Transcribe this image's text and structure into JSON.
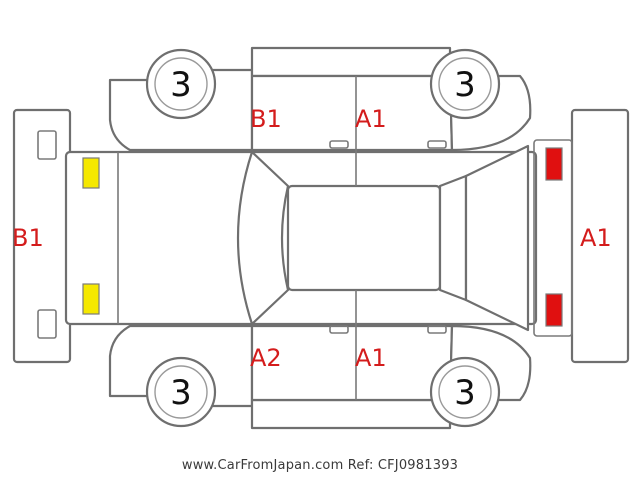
{
  "diagram": {
    "wheel_labels": {
      "front_left": "3",
      "front_right": "3",
      "rear_left": "3",
      "rear_right": "3"
    },
    "damage_marks": {
      "top_rear_door": "B1",
      "top_front_door": "A1",
      "bottom_rear_door": "A2",
      "bottom_front_door": "A1",
      "rear_bumper": "B1",
      "front_bumper": "A1"
    },
    "lamps": {
      "rear": "#f5e800",
      "front": "#e01010"
    },
    "colors": {
      "outline": "#6f6f6f",
      "grade_text": "#d41c1c"
    }
  },
  "footer": {
    "credit": "www.CarFromJapan.com Ref: CFJ0981393"
  }
}
